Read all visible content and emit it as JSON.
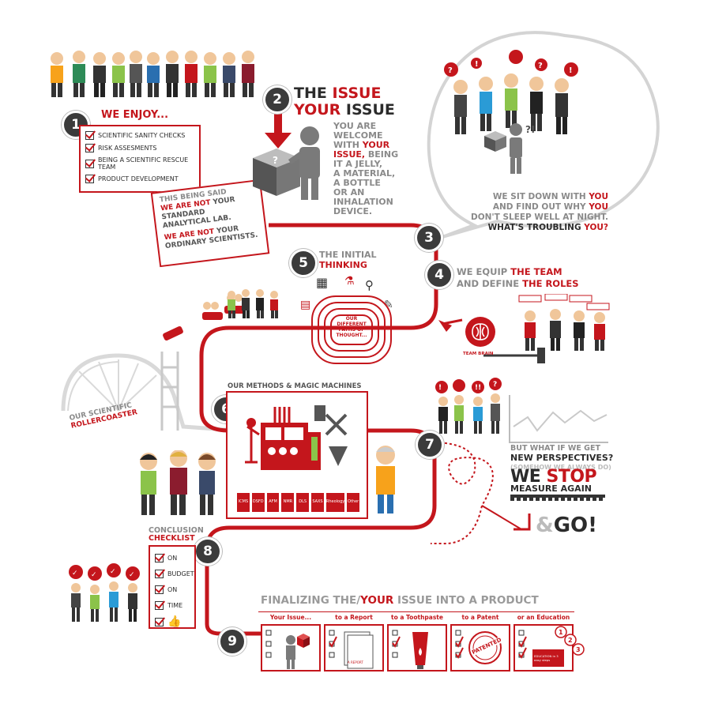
{
  "step1": {
    "number": "1",
    "title": "WE ENJOY...",
    "items": [
      "SCIENTIFIC SANITY CHECKS",
      "RISK ASSESMENTS",
      "BEING A SCIENTIFIC RESCUE TEAM",
      "PRODUCT DEVELOPMENT"
    ]
  },
  "note": {
    "line1": "THIS BEING SAID",
    "line2a": "WE ARE NOT",
    "line2b": " YOUR",
    "line3": "STANDARD",
    "line4": "ANALYTICAL LAB.",
    "line5a": "WE ARE NOT",
    "line5b": " YOUR",
    "line6": "ORDINARY SCIENTISTS."
  },
  "step2": {
    "number": "2",
    "title_a": "THE ",
    "title_b": "ISSUE",
    "title_c": "YOUR",
    "title_d": " ISSUE",
    "l1": "YOU ARE",
    "l2": "WELCOME",
    "l3a": "WITH ",
    "l3b": "YOUR",
    "l4a": "ISSUE,",
    "l4b": " BEING",
    "l5": "IT A JELLY,",
    "l6": "A MATERIAL,",
    "l7": "A BOTTLE",
    "l8": "OR AN",
    "l9": "INHALATION",
    "l10": "DEVICE."
  },
  "step3": {
    "number": "3",
    "l1a": "WE SIT DOWN WITH ",
    "l1b": "YOU",
    "l2a": "AND FIND OUT WHY ",
    "l2b": "YOU",
    "l3": "DON'T SLEEP WELL AT NIGHT.",
    "l4a": "WHAT'S TROUBLING ",
    "l4b": "YOU?"
  },
  "step4": {
    "number": "4",
    "l1a": "WE EQUIP ",
    "l1b": "THE TEAM",
    "l2a": "AND DEFINE ",
    "l2b": "THE ROLES",
    "brain_label": "TEAM BRAIN"
  },
  "step5": {
    "number": "5",
    "l1": "THE INITIAL",
    "l2": "THINKING",
    "maze_text": "OUR DIFFERENT PATHS OF THOUGHT..."
  },
  "step6": {
    "number": "6",
    "title": "OUR METHODS & MAGIC MACHINES",
    "methods": [
      "ICMS",
      "DSFD",
      "AFM",
      "NMR",
      "DLS",
      "SAXS",
      "Rheology",
      "Other"
    ]
  },
  "rollercoaster": {
    "l1": "OUR SCIENTIFIC",
    "l2": "ROLLERCOASTER"
  },
  "step7": {
    "number": "7",
    "l1": "BUT WHAT IF WE GET",
    "l2": "NEW PERSPECTIVES?",
    "l3": "(SOMEHOW WE ALWAYS DO)",
    "l4a": "WE ",
    "l4b": "STOP",
    "l5": "MEASURE AGAIN",
    "l6a": "&",
    "l6b": "GO!"
  },
  "step8": {
    "number": "8",
    "l1": "CONCLUSION",
    "l2": "CHECKLIST",
    "items": [
      "ON",
      "BUDGET",
      "ON",
      "TIME",
      ""
    ]
  },
  "step9": {
    "number": "9",
    "title_a": "FINALIZING THE/",
    "title_b": "YOUR",
    "title_c": " ISSUE INTO A PRODUCT",
    "labels": [
      "Your Issue...",
      "to a Report",
      "to a Toothpaste",
      "to a Patent",
      "or an Education"
    ],
    "report_text": "A REPORT",
    "patent_text": "PATENTED",
    "edu_text": "EDUCATION in 3 easy steps"
  },
  "colors": {
    "accent": "#c4161c",
    "dark": "#3b3b3b",
    "grey": "#8a8a8a"
  }
}
